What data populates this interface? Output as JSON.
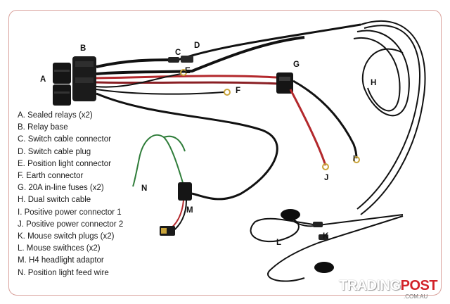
{
  "legend": [
    {
      "key": "A.",
      "text": "Sealed relays (x2)"
    },
    {
      "key": "B.",
      "text": "Relay base"
    },
    {
      "key": "C.",
      "text": "Switch cable connector"
    },
    {
      "key": "D.",
      "text": "Switch cable plug"
    },
    {
      "key": "E.",
      "text": "Position light connector"
    },
    {
      "key": "F.",
      "text": "Earth connector"
    },
    {
      "key": "G.",
      "text": "20A in-line fuses (x2)"
    },
    {
      "key": "H.",
      "text": "Dual switch cable"
    },
    {
      "key": "I.",
      "text": "Positive power connector 1"
    },
    {
      "key": "J.",
      "text": "Positive power connector 2"
    },
    {
      "key": "K.",
      "text": "Mouse switch plugs (x2)"
    },
    {
      "key": "L.",
      "text": "Mouse swithces (x2)"
    },
    {
      "key": "M.",
      "text": "H4 headlight adaptor"
    },
    {
      "key": "N.",
      "text": "Position light feed wire"
    }
  ],
  "callouts": {
    "A": "A",
    "B": "B",
    "C": "C",
    "D": "D",
    "E": "E",
    "F": "F",
    "G": "G",
    "H": "H",
    "I": "I",
    "J": "J",
    "K": "K",
    "L": "L",
    "M": "M",
    "N": "N"
  },
  "watermark": {
    "trading": "TRADING",
    "post": "POST",
    "domain": ".COM.AU"
  },
  "colors": {
    "border": "#d9a09a",
    "wire_black": "#111111",
    "wire_red": "#b3282c",
    "wire_green": "#2f7d3a",
    "brand_red": "#d2232a"
  }
}
